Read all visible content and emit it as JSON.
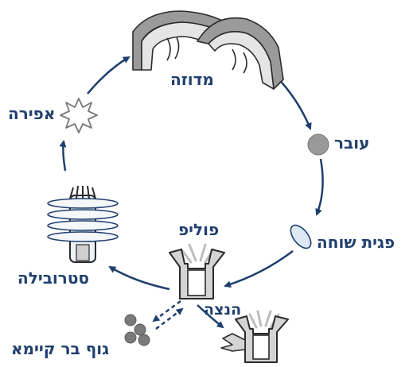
{
  "labels": {
    "medusa": "מדוזה",
    "embryo": "עובר",
    "planula": "פגית שוחה",
    "polyp": "פוליפ",
    "budding": "הנצה",
    "podocyst": "גוף בר קיימא",
    "strobila": "סטרובילה",
    "ephyra": "אפירה"
  },
  "colors": {
    "arrow": "#1f3f6e",
    "label": "#1f3f6e",
    "organism_fill": "#d4d4d4",
    "organism_stroke": "#2b2b2b",
    "medusa_fill": "#9a9a9a",
    "embryo_fill": "#999999",
    "planula_fill": "#dce8f3",
    "strobila_fill": "#eef2f6"
  },
  "icons": [
    "medusa-icon",
    "embryo-icon",
    "planula-icon",
    "polyp-icon",
    "budding-polyp-icon",
    "podocyst-icon",
    "strobila-icon",
    "ephyra-icon"
  ]
}
